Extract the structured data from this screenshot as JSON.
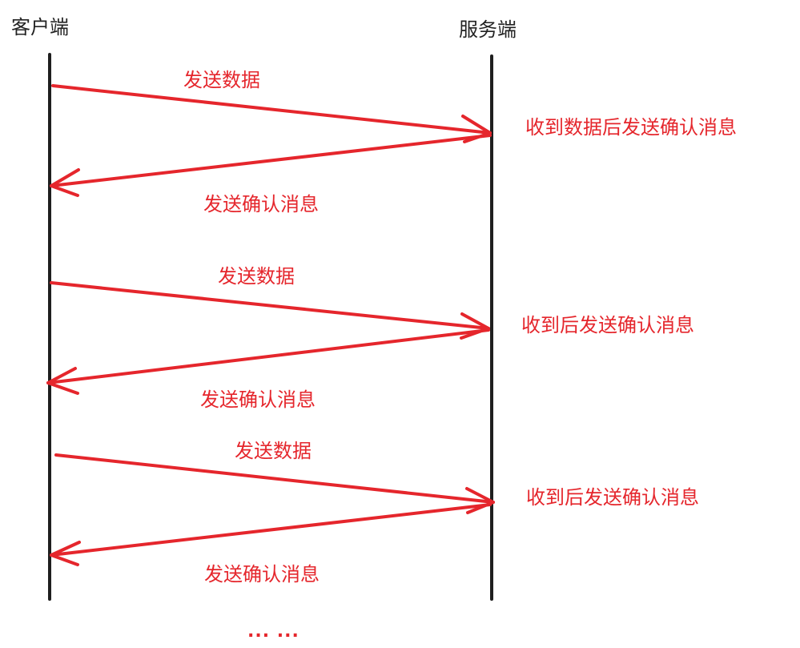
{
  "colors": {
    "arrow": "#e5262c",
    "lifeline": "#1f1f1f",
    "actor_text": "#222222",
    "note_text": "#e5262c"
  },
  "actors": {
    "client": "客户端",
    "server": "服务端"
  },
  "exchanges": [
    {
      "send_label": "发送数据",
      "server_note": "收到数据后发送确认消息",
      "ack_label": "发送确认消息"
    },
    {
      "send_label": "发送数据",
      "server_note": "收到后发送确认消息",
      "ack_label": "发送确认消息"
    },
    {
      "send_label": "发送数据",
      "server_note": "收到后发送确认消息",
      "ack_label": "发送确认消息"
    }
  ],
  "continuation": "... ..."
}
